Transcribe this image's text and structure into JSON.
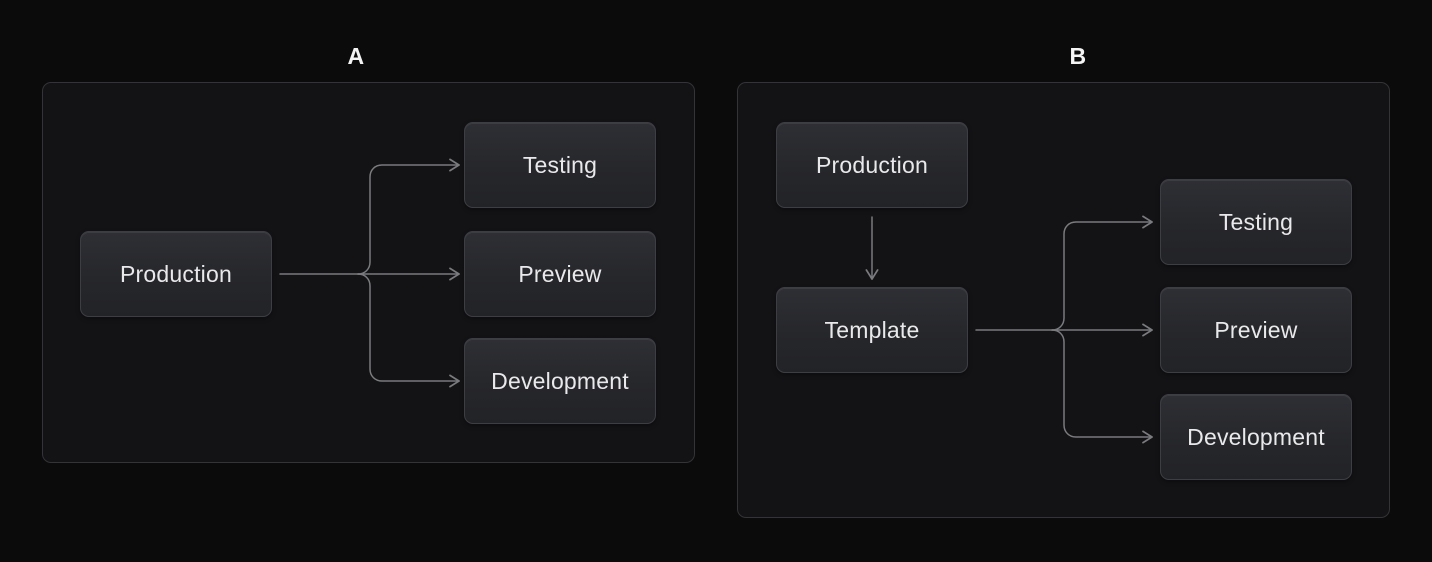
{
  "diagrams": [
    {
      "label": "A",
      "nodes": [
        {
          "id": "production",
          "label": "Production"
        },
        {
          "id": "testing",
          "label": "Testing"
        },
        {
          "id": "preview",
          "label": "Preview"
        },
        {
          "id": "development",
          "label": "Development"
        }
      ],
      "edges": [
        {
          "from": "production",
          "to": "testing"
        },
        {
          "from": "production",
          "to": "preview"
        },
        {
          "from": "production",
          "to": "development"
        }
      ]
    },
    {
      "label": "B",
      "nodes": [
        {
          "id": "production",
          "label": "Production"
        },
        {
          "id": "template",
          "label": "Template"
        },
        {
          "id": "testing",
          "label": "Testing"
        },
        {
          "id": "preview",
          "label": "Preview"
        },
        {
          "id": "development",
          "label": "Development"
        }
      ],
      "edges": [
        {
          "from": "production",
          "to": "template"
        },
        {
          "from": "template",
          "to": "testing"
        },
        {
          "from": "template",
          "to": "preview"
        },
        {
          "from": "template",
          "to": "development"
        }
      ]
    }
  ],
  "colors": {
    "page_background": "#0b0b0c",
    "panel_background": "#131316",
    "panel_border": "#333338",
    "node_border": "#3d3e44",
    "node_fill_top": "#2e2f34",
    "node_fill_bottom": "#222327",
    "node_text": "#e9e9eb",
    "connector": "#7a7b7e",
    "label_text": "#f4f4f5"
  }
}
